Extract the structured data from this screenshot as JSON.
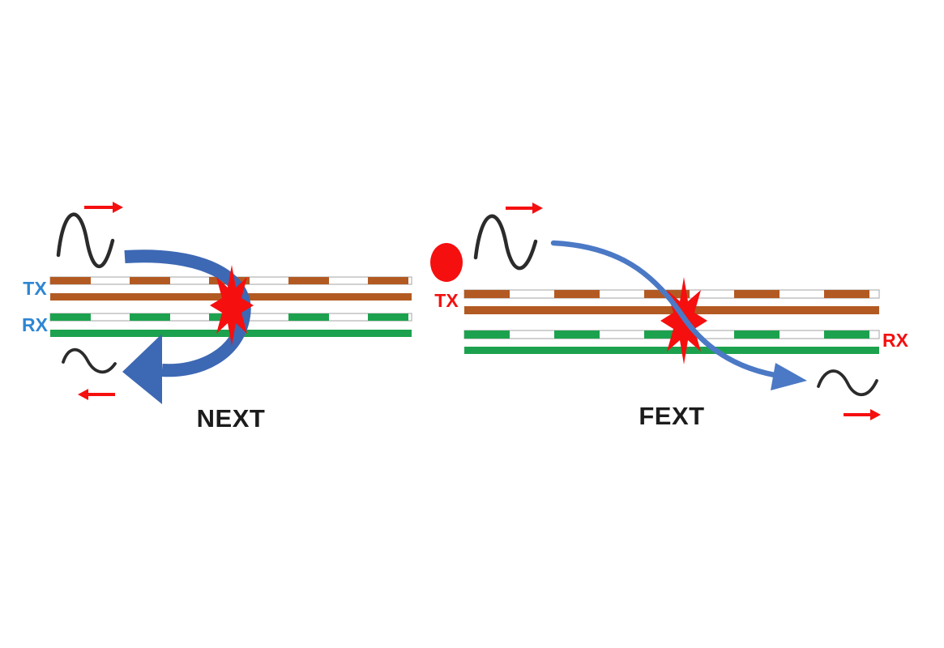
{
  "diagram_title": "NEXT vs FEXT crosstalk diagram",
  "colors": {
    "background": "#ffffff",
    "wire_brown": "#b25a22",
    "wire_green": "#1ca24e",
    "wire_outline": "#b8b8b8",
    "wire_gap_white": "#ffffff",
    "arrow_blue": "#3d68b4",
    "curve_blue": "#4b79c5",
    "signal_red": "#f50f0f",
    "label_blue": "#2e86d2",
    "label_red": "#f50f0f",
    "label_black": "#1c1c1c",
    "sine_black": "#2b2b2b"
  },
  "next_diagram": {
    "title": "NEXT",
    "tx_label": "TX",
    "rx_label": "RX"
  },
  "fext_diagram": {
    "title": "FEXT",
    "tx_label": "TX",
    "rx_label": "RX"
  },
  "icons": {
    "sine_wave": "transmitted signal waveform",
    "small_sine_wave": "coupled crosstalk waveform",
    "right_arrow": "signal direction right",
    "left_arrow": "signal direction left",
    "starburst": "crosstalk coupling point",
    "curved_arrow": "crosstalk coupling path",
    "red_dot": "transmitter source"
  }
}
